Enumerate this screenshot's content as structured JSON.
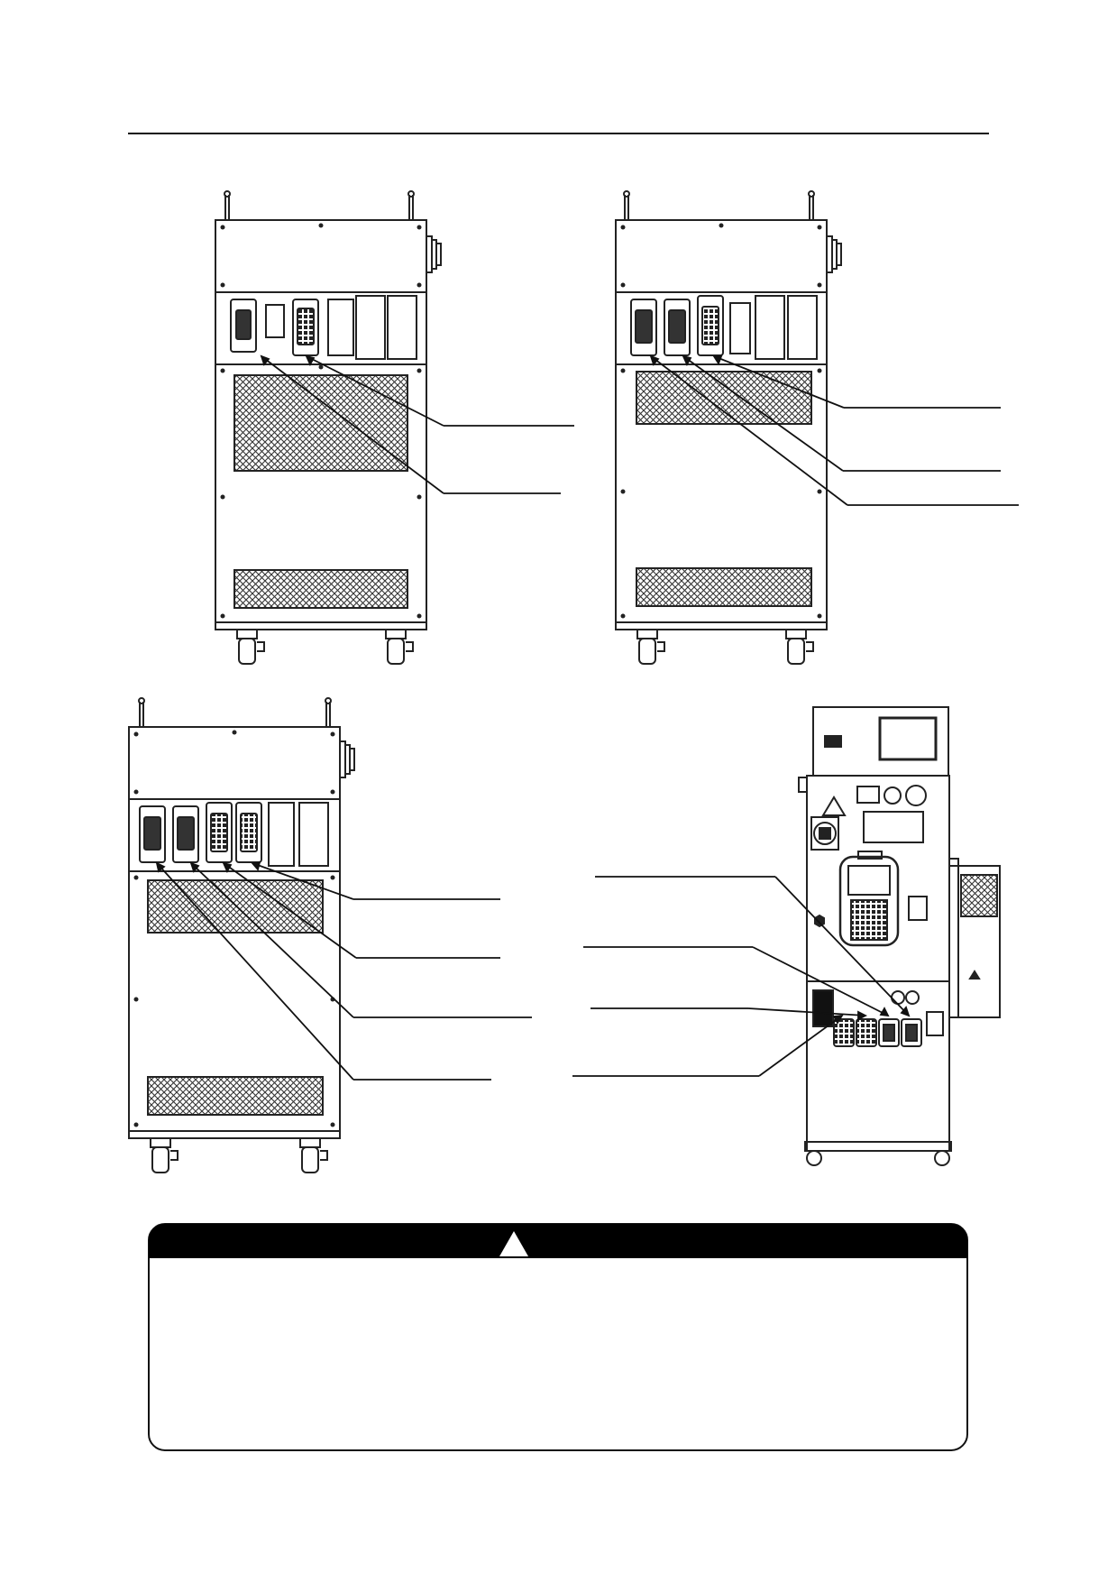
{
  "page": {
    "header_rule": true
  },
  "figures": [
    {
      "id": "cabinet-a",
      "connector_count": 2,
      "leader_count": 2
    },
    {
      "id": "cabinet-b",
      "connector_count": 3,
      "leader_count": 3
    },
    {
      "id": "cabinet-c",
      "connector_count": 4,
      "leader_count": 4
    },
    {
      "id": "cabinet-d",
      "connector_count": 4,
      "leader_count": 4
    }
  ],
  "warning_box": {
    "icon": "warning-triangle-icon",
    "header_color": "#000000",
    "body_text": ""
  },
  "colors": {
    "ink": "#1a1a1a",
    "paper": "#ffffff",
    "mesh": "#555555"
  }
}
